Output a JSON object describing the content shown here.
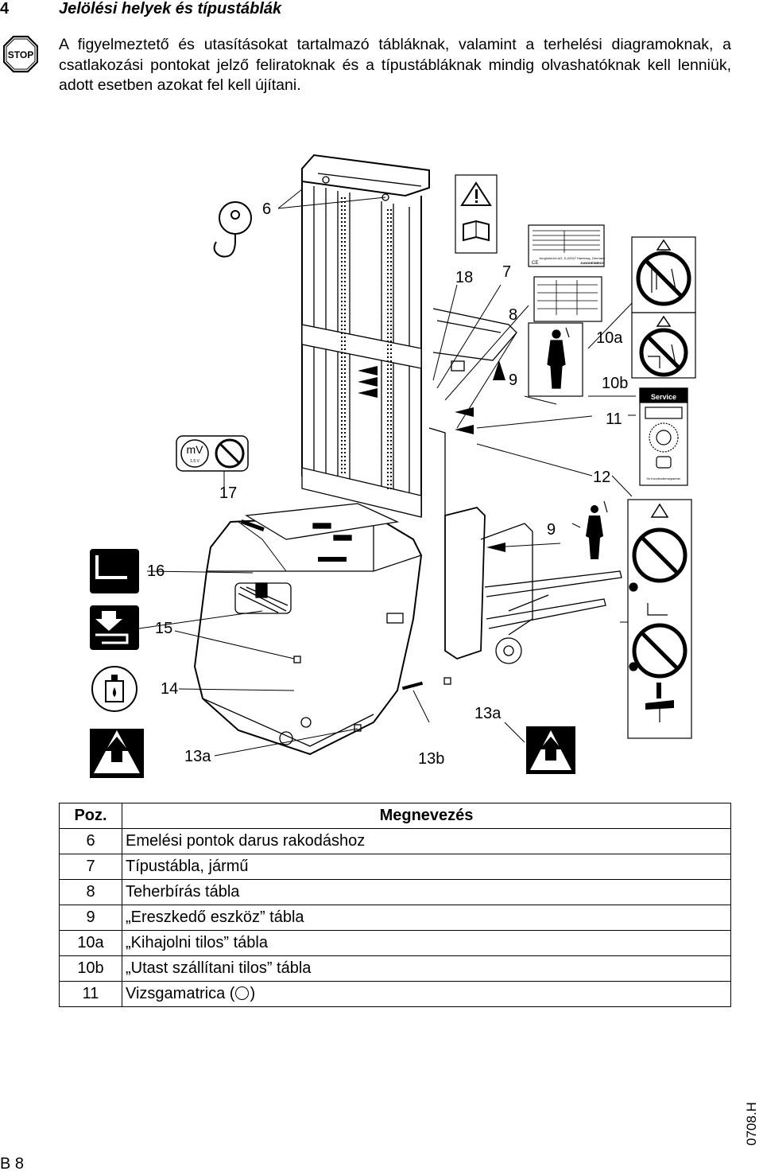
{
  "section": {
    "number": "4",
    "title": "Jelölési helyek és típustáblák"
  },
  "stop_sign": {
    "icon": "stop-sign-icon",
    "text": "STOP"
  },
  "intro": "A figyelmeztető és utasításokat tartalmazó tábláknak, valamint a terhelési diagramoknak, a csatlakozási pontokat jelző feliratoknak és a típustábláknak mindig olvashatóknak kell lenniük, adott esetben azokat fel kell újítani.",
  "figure": {
    "callouts": {
      "c6": "6",
      "c18": "18",
      "c7": "7",
      "c8": "8",
      "c9a": "9",
      "c10a": "10a",
      "c10b": "10b",
      "c11": "11",
      "c12": "12",
      "c9b": "9",
      "c17": "17",
      "c16": "16",
      "c15": "15",
      "c14": "14",
      "c13a_left": "13a",
      "c13b": "13b",
      "c13a_right": "13a"
    },
    "labels": {
      "battery": "mV",
      "battery_sub": "1.5 V",
      "service": "Service",
      "customer": "Ihr Kundendienstpartner",
      "plate_company": "Jungheinrich AG, D-22047 Hamburg, Germany",
      "plate_brand": "JUNGHEINRICH",
      "plate_ce": "CE"
    }
  },
  "legend": {
    "header_pos": "Poz.",
    "header_name": "Megnevezés",
    "rows": [
      {
        "pos": "6",
        "name": "Emelési pontok darus rakodáshoz"
      },
      {
        "pos": "7",
        "name": "Típustábla, jármű"
      },
      {
        "pos": "8",
        "name": "Teherbírás tábla"
      },
      {
        "pos": "9",
        "name": "„Ereszkedő eszköz” tábla"
      },
      {
        "pos": "10a",
        "name": "„Kihajolni tilos” tábla"
      },
      {
        "pos": "10b",
        "name": "„Utast szállítani tilos” tábla"
      }
    ],
    "row11_pos": "11",
    "row11_name_a": "Vizsgamatrica (",
    "row11_name_b": ")"
  },
  "doc_code": "0708.H",
  "page_number": "B 8"
}
